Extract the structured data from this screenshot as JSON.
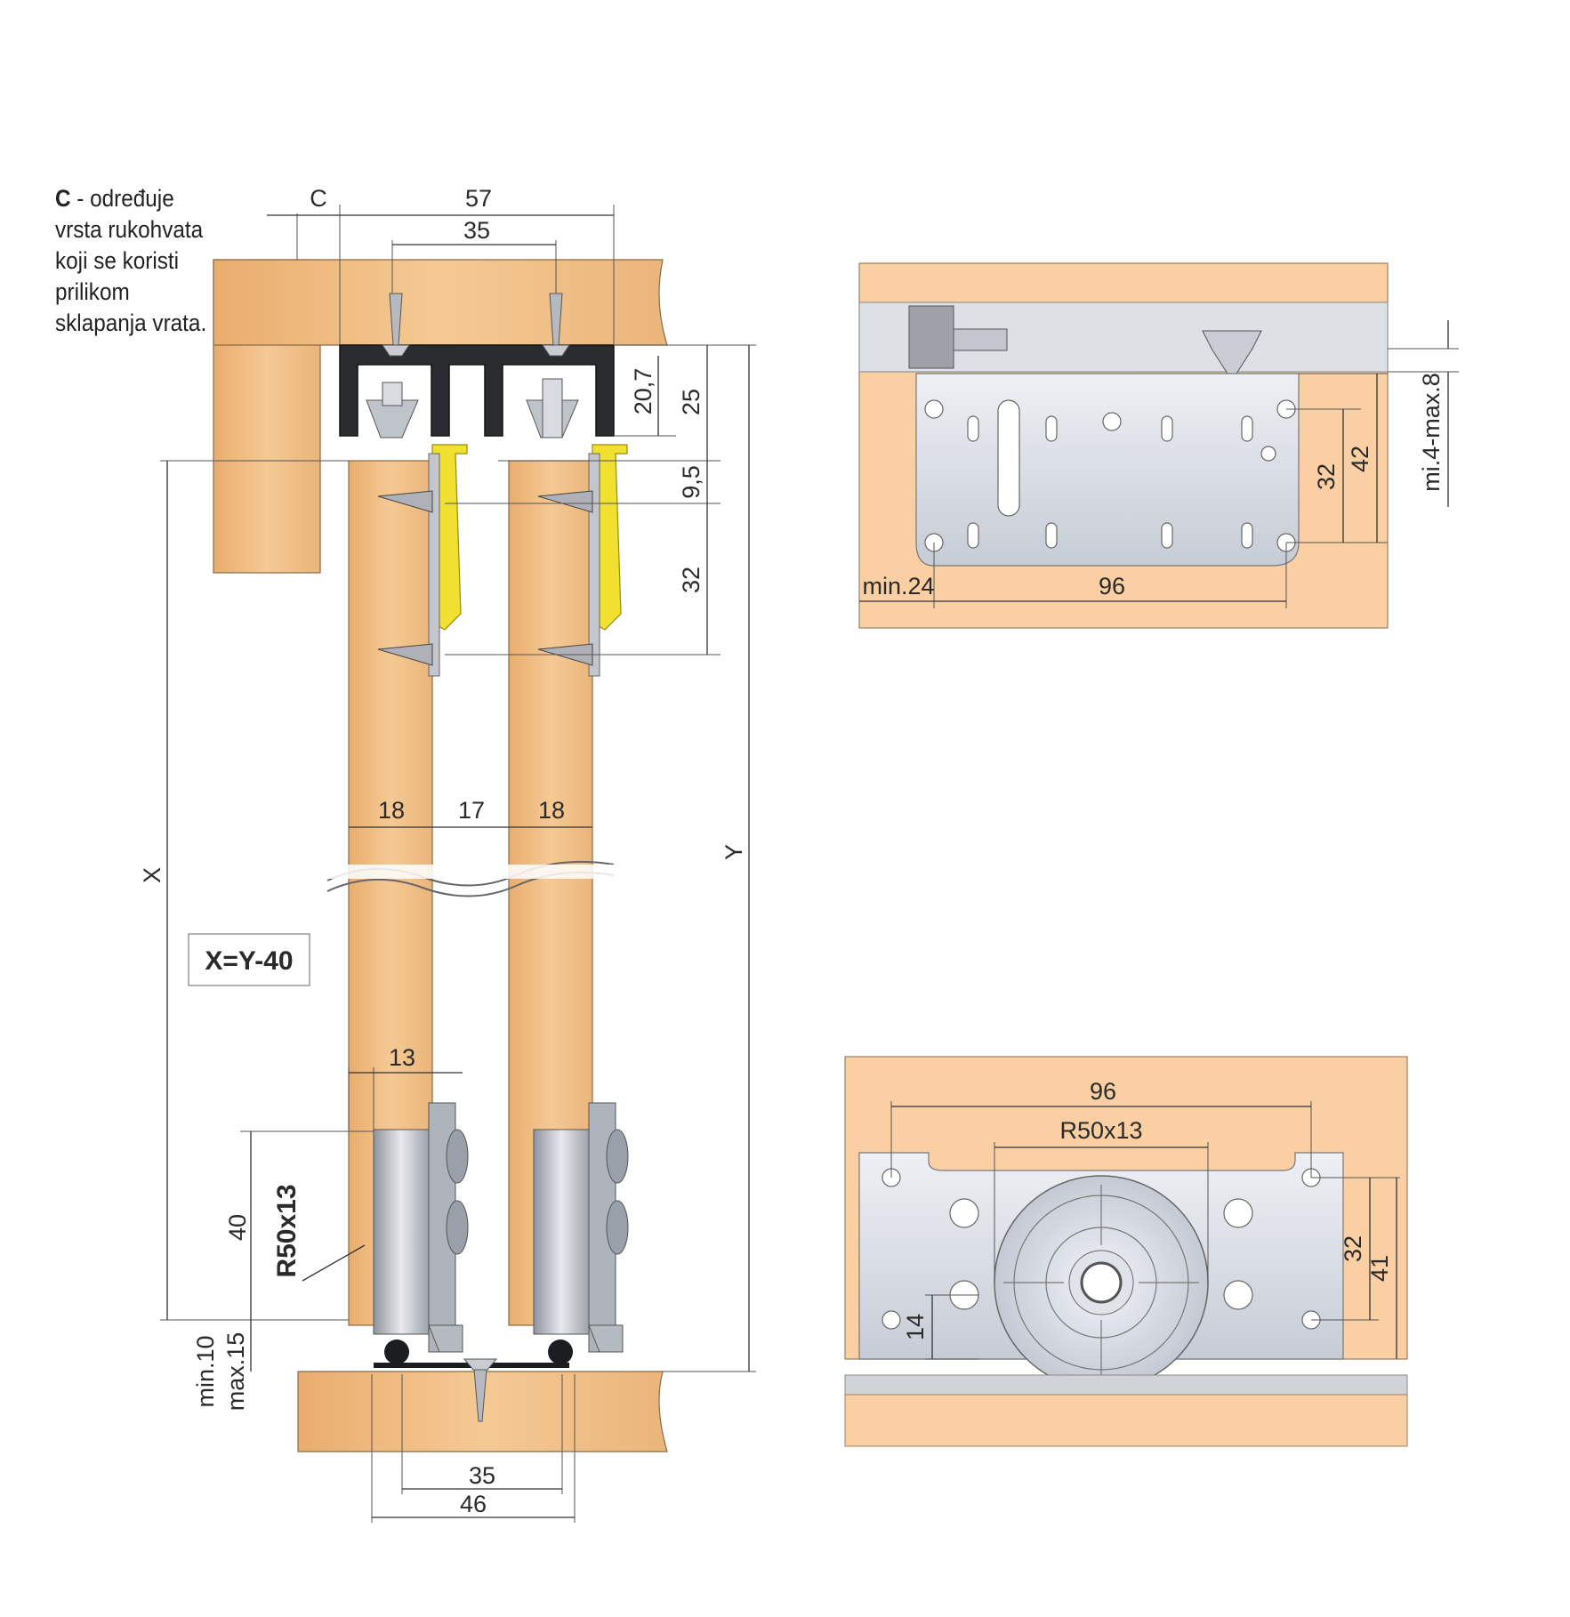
{
  "note": {
    "bold": "C",
    "text": " - određuje vrsta rukohvata koji se koristi prilikom sklapanja vrata."
  },
  "formula": "X=Y-40",
  "side_view": {
    "dims": {
      "c": "C",
      "d57": "57",
      "d35_top": "35",
      "d20_7": "20,7",
      "d25": "25",
      "d9_5": "9,5",
      "d32": "32",
      "d18_a": "18",
      "d17": "17",
      "d18_b": "18",
      "x": "X",
      "y": "Y",
      "d13": "13",
      "d40": "40",
      "r50x13": "R50x13",
      "min10": "min.10",
      "max15": "max.15",
      "d35_bottom": "35",
      "d46": "46"
    }
  },
  "top_plate_view": {
    "dims": {
      "min24": "min.24",
      "d96": "96",
      "d32": "32",
      "d42": "42",
      "mi4max8": "mi.4-max.8"
    }
  },
  "bottom_wheel_view": {
    "dims": {
      "d96": "96",
      "r50x13": "R50x13",
      "d14": "14",
      "d32": "32",
      "d41": "41"
    }
  },
  "colors": {
    "wood": "#f2c08a",
    "peach": "#f9cfa3",
    "steel": "#b8bcc4",
    "yellow": "#f0e030"
  }
}
